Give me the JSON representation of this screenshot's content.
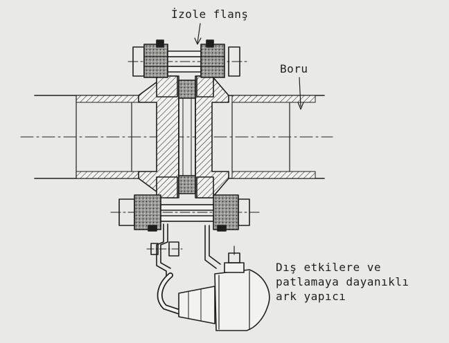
{
  "labels": {
    "insulating_flange": "İzole flanş",
    "pipe": "Boru",
    "arc_device": [
      "Dış etkilere ve",
      "patlamaya dayanıklı",
      "ark yapıcı"
    ]
  },
  "colors": {
    "paper": "#e9eae5",
    "ink": "#1e1e1e"
  }
}
